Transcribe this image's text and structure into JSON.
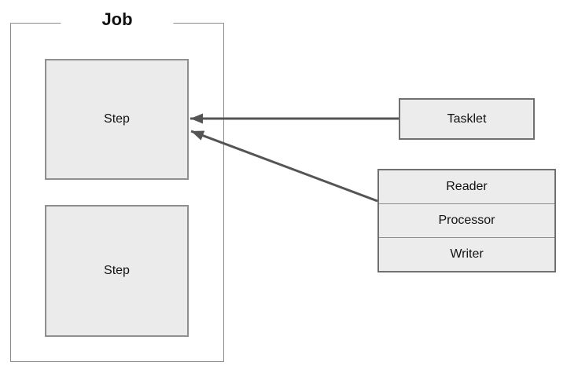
{
  "diagram": {
    "job": {
      "label": "Job",
      "steps": [
        {
          "label": "Step"
        },
        {
          "label": "Step"
        }
      ]
    },
    "tasklet": {
      "label": "Tasklet"
    },
    "chunk_stack": {
      "items": [
        {
          "label": "Reader"
        },
        {
          "label": "Processor"
        },
        {
          "label": "Writer"
        }
      ]
    },
    "arrows": [
      {
        "name": "tasklet-to-step",
        "from": "Tasklet",
        "to": "Step"
      },
      {
        "name": "chunk-stack-to-step",
        "from": "Reader/Processor/Writer",
        "to": "Step"
      }
    ],
    "colors": {
      "background": "#ffffff",
      "box_fill": "#ebebeb",
      "step_border": "#8f8f8f",
      "container_border": "#8c8c8c",
      "emphasis_border": "#707070",
      "arrow": "#545454",
      "text": "#111111"
    }
  }
}
